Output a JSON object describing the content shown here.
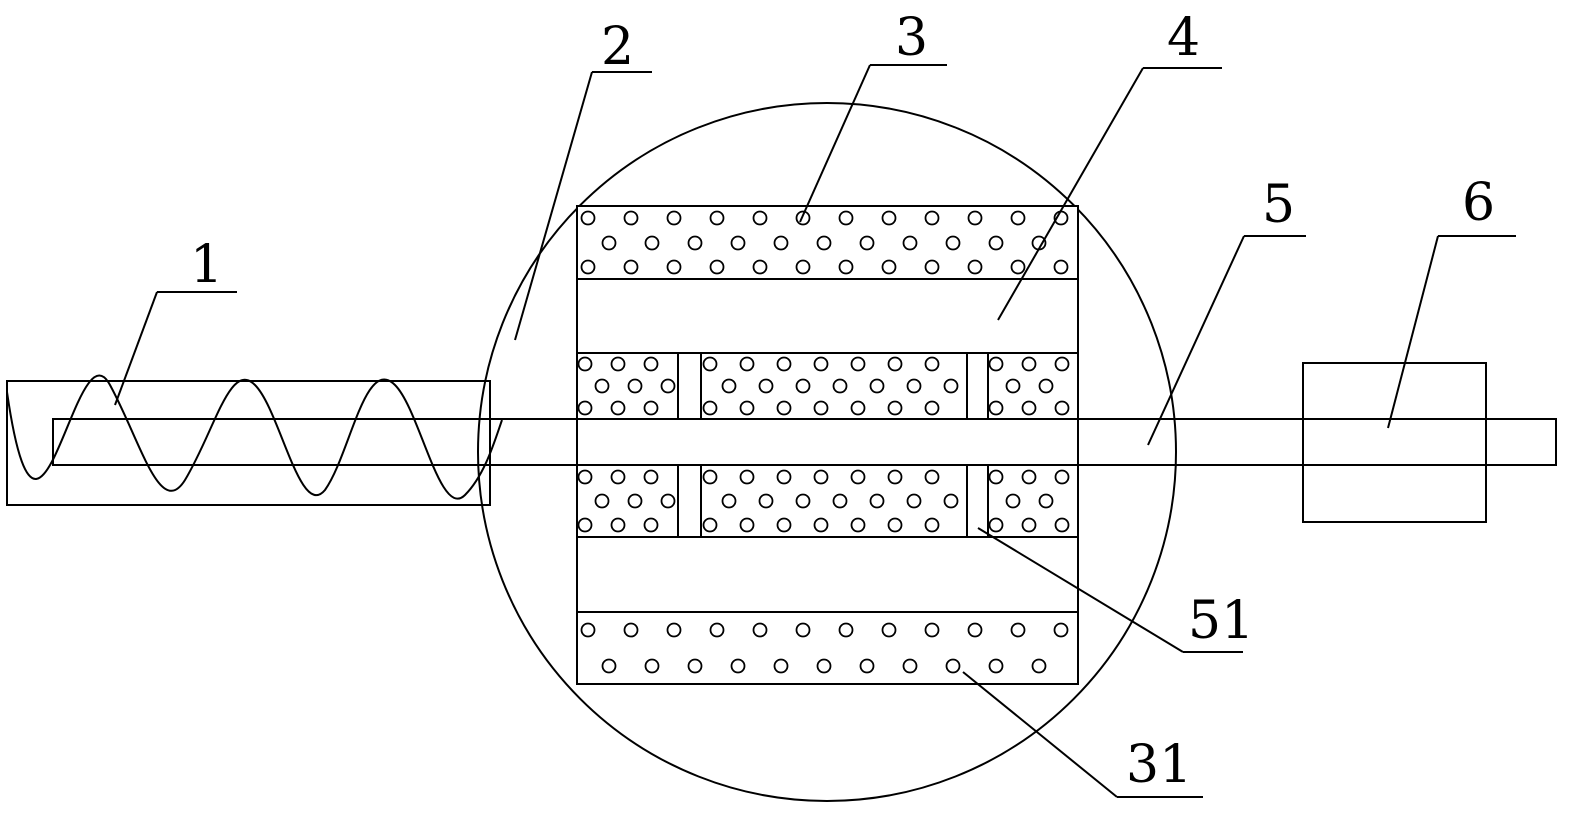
{
  "diagram": {
    "labels": {
      "screw_conveyor": "1",
      "housing": "2",
      "outer_filter_layer": "3",
      "chamber": "4",
      "shaft": "5",
      "drive_motor": "6",
      "inner_filter_segment": "51",
      "filter_pore": "31"
    }
  }
}
